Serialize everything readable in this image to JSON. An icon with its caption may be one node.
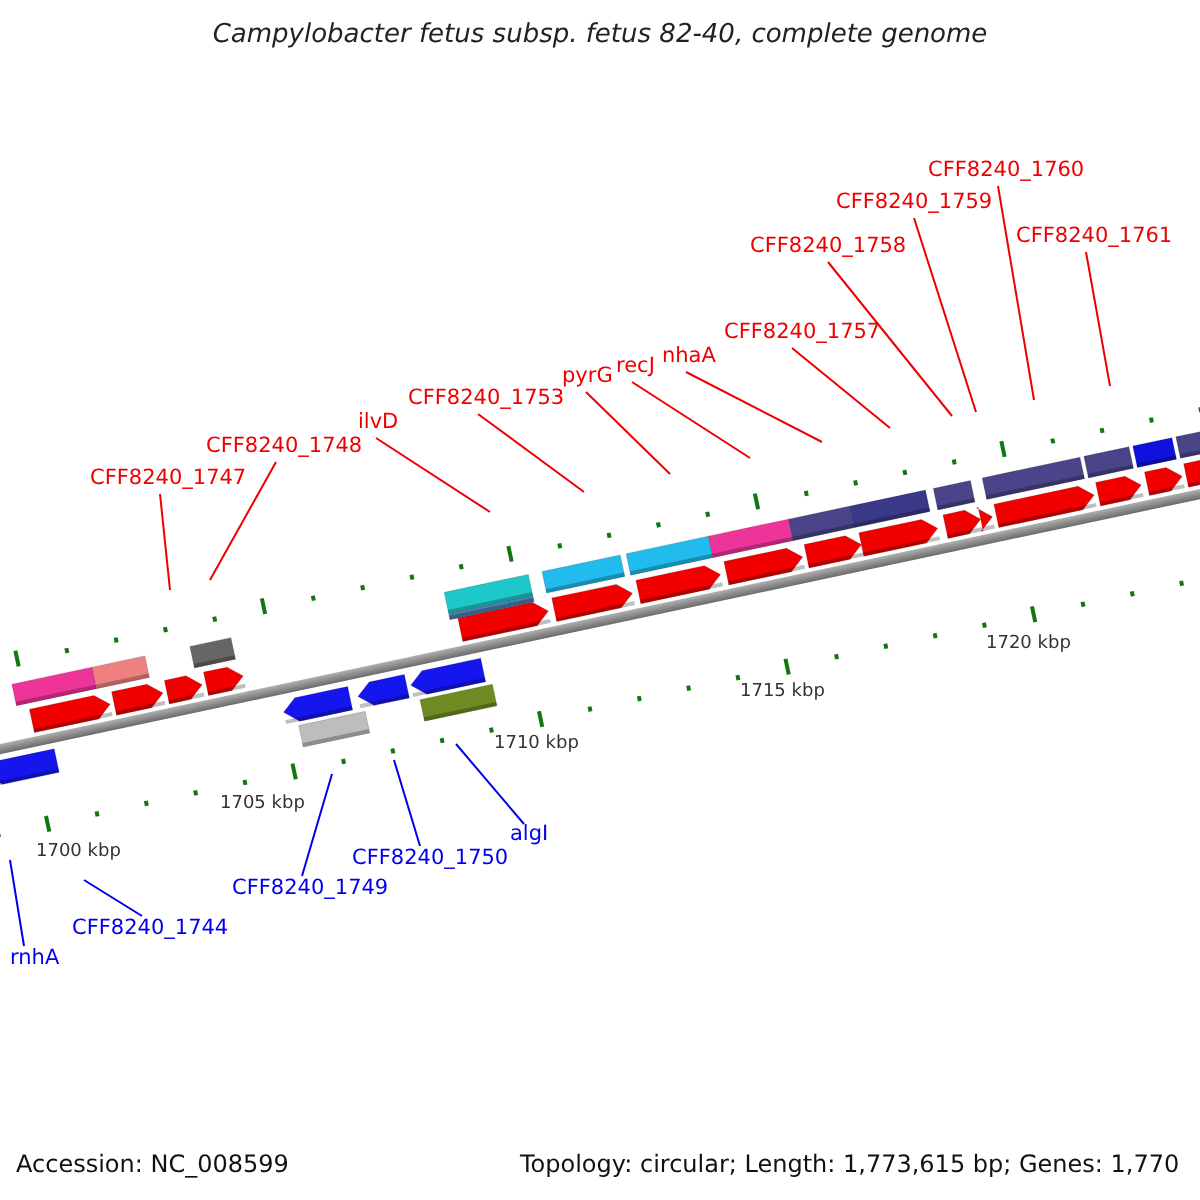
{
  "diagram": {
    "title": "Campylobacter fetus subsp. fetus 82-40, complete genome",
    "nodes": [
      {
        "text": [
          "CFF8240_1760"
        ]
      },
      {
        "text": [
          "CFF8240_1759"
        ]
      },
      {
        "text": [
          "CFF8240_1758"
        ]
      },
      {
        "text": [
          "CFF8240_1761"
        ]
      },
      {
        "text": [
          "CFF8240_1757"
        ]
      },
      {
        "text": [
          "pyrG"
        ]
      },
      {
        "text": [
          "recJ"
        ]
      },
      {
        "text": [
          "nhaA"
        ]
      },
      {
        "text": [
          "ilvD"
        ]
      },
      {
        "text": [
          "CFF8240_1753"
        ]
      },
      {
        "text": [
          "CFF8240_1748"
        ]
      },
      {
        "text": [
          "CFF8240_1747"
        ]
      },
      {
        "text": [
          "algI"
        ]
      },
      {
        "text": [
          "CFF8240_1750"
        ]
      },
      {
        "text": [
          "CFF8240_1749"
        ]
      },
      {
        "text": [
          "CFF8240_1744"
        ]
      },
      {
        "text": [
          "rnhA"
        ]
      }
    ],
    "edges": [
      {
        "from": 0,
        "to": null,
        "arrow": "none"
      },
      {
        "from": 1,
        "to": null,
        "arrow": "none"
      },
      {
        "from": 2,
        "to": null,
        "arrow": "none"
      },
      {
        "from": 3,
        "to": null,
        "arrow": "none"
      },
      {
        "from": 4,
        "to": null,
        "arrow": "none"
      },
      {
        "from": 5,
        "to": null,
        "arrow": "none"
      },
      {
        "from": 6,
        "to": null,
        "arrow": "none"
      },
      {
        "from": 7,
        "to": null,
        "arrow": "none"
      },
      {
        "from": 8,
        "to": null,
        "arrow": "none"
      },
      {
        "from": 9,
        "to": null,
        "arrow": "none"
      },
      {
        "from": 10,
        "to": null,
        "arrow": "none"
      },
      {
        "from": 11,
        "to": null,
        "arrow": "none"
      },
      {
        "from": 12,
        "to": null,
        "arrow": "none",
        "color": "#0000ee"
      },
      {
        "from": 13,
        "to": null,
        "arrow": "none",
        "color": "#0000ee"
      },
      {
        "from": 14,
        "to": null,
        "arrow": "none",
        "color": "#0000ee"
      },
      {
        "from": 15,
        "to": null,
        "arrow": "none",
        "color": "#0000ee"
      },
      {
        "from": 16,
        "to": null,
        "arrow": "none",
        "color": "#0000ee"
      }
    ],
    "labels": [
      "1720 kbp",
      "1715 kbp",
      "1710 kbp",
      "1705 kbp",
      "1700 kbp",
      "Accession: NC_008599",
      "Topology: circular; Length: 1,773,615 bp; Genes: 1,770"
    ]
  }
}
